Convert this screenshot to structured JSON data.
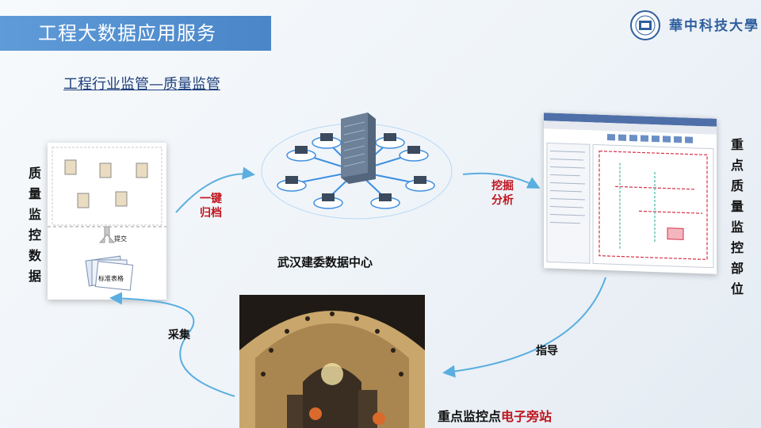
{
  "header": {
    "title": "工程大数据应用服务",
    "logo_text": "華中科技大學"
  },
  "subtitle": "工程行业监管—质量监管",
  "left_label": "质量监控数据",
  "right_label": "重点质量监控部位",
  "edges": {
    "archive": [
      "一键",
      "归档"
    ],
    "mining": [
      "挖掘",
      "分析"
    ],
    "collect": "采集",
    "guide": "指导"
  },
  "nodes": {
    "data_center": "武汉建委数据中心",
    "site_prefix": "重点监控点",
    "site_highlight": "电子旁站",
    "doc_stack_label": "标准表格",
    "upload_label": "提交"
  },
  "colors": {
    "title_bg": "#4a86c8",
    "accent_red": "#c0141e",
    "arrow_blue": "#5aaee0"
  }
}
